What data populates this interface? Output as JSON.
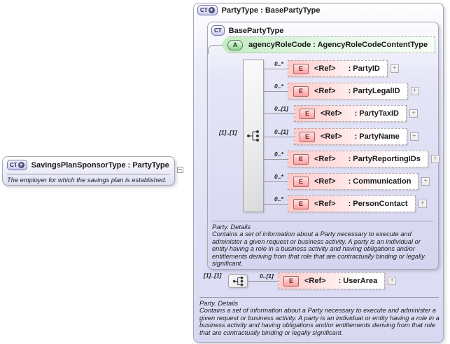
{
  "colors": {
    "lavender_fill": "#d8d8f2",
    "attribute_green": "#c3ecc3",
    "element_pink": "#ffc9c9",
    "line_gray": "#999999"
  },
  "left_type": {
    "badge": "CT",
    "expand_glyph": "+",
    "title": "SavingsPlanSponsorType : PartyType",
    "annotation": "The employer for which the savings plan is established."
  },
  "party_type": {
    "badge": "CT",
    "expand_glyph": "+",
    "title": "PartyType : BasePartyType",
    "base": {
      "badge": "CT",
      "title": "BasePartyType",
      "attribute": {
        "badge": "A",
        "label": "agencyRoleCode : AgencyRoleCodeContentType"
      },
      "group_cardinality": "[1]..[1]",
      "elements": [
        {
          "cardinality": "0..*",
          "badge": "E",
          "ref_label": "<Ref>",
          "type_label": ": PartyID",
          "expand_glyph": "+"
        },
        {
          "cardinality": "0..*",
          "badge": "E",
          "ref_label": "<Ref>",
          "type_label": ": PartyLegalID",
          "expand_glyph": "+"
        },
        {
          "cardinality": "0..[1]",
          "badge": "E",
          "ref_label": "<Ref>",
          "type_label": ": PartyTaxID",
          "expand_glyph": "+"
        },
        {
          "cardinality": "0..[1]",
          "badge": "E",
          "ref_label": "<Ref>",
          "type_label": ": PartyName",
          "expand_glyph": "+"
        },
        {
          "cardinality": "0..*",
          "badge": "E",
          "ref_label": "<Ref>",
          "type_label": ": PartyReportingIDs",
          "expand_glyph": "+"
        },
        {
          "cardinality": "0..*",
          "badge": "E",
          "ref_label": "<Ref>",
          "type_label": ": Communication",
          "expand_glyph": "+"
        },
        {
          "cardinality": "0..*",
          "badge": "E",
          "ref_label": "<Ref>",
          "type_label": ": PersonContact",
          "expand_glyph": "+"
        }
      ],
      "annotation_title": "Party. Details",
      "annotation_body": "Contains a set of information about a Party necessary to execute and administer a given request or business activity. A party is an individual or entity having a role in a business activity and having obligations and/or entitlements deriving from that role that are contractually binding or legally significant."
    },
    "user_area_group": {
      "group_cardinality": "[1]..[1]",
      "element": {
        "cardinality": "0..[1]",
        "badge": "E",
        "ref_label": "<Ref>",
        "type_label": ": UserArea",
        "expand_glyph": "+"
      },
      "annotation_title": "Party. Details",
      "annotation_body": "Contains a set of information about a Party necessary to execute and administer a given request or business activity. A party is an individual or entity having a role in a business activity and having obligations and/or entitlements deriving from that role that are contractually binding or legally significant."
    }
  }
}
